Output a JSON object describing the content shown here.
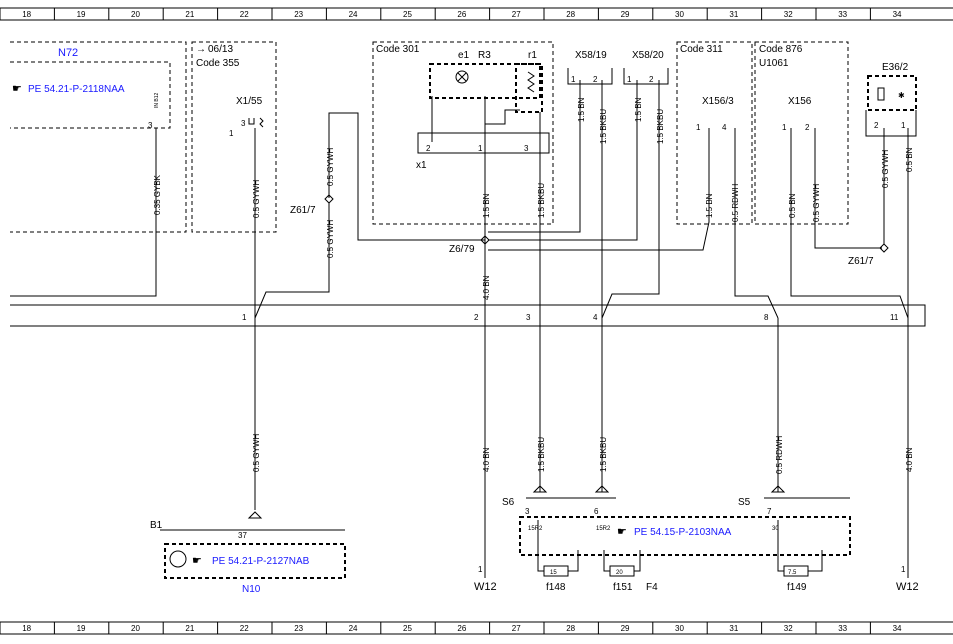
{
  "ruler": {
    "top": [
      "18",
      "19",
      "20",
      "21",
      "22",
      "23",
      "24",
      "25",
      "26",
      "27",
      "28",
      "29",
      "30",
      "31",
      "32",
      "33",
      "34"
    ],
    "bottom": [
      "18",
      "19",
      "20",
      "21",
      "22",
      "23",
      "24",
      "25",
      "26",
      "27",
      "28",
      "29",
      "30",
      "31",
      "32",
      "33",
      "34"
    ]
  },
  "components": {
    "n72": "N72",
    "n72_ref": "PE 54.21-P-2118NAA",
    "n72_pin": "3",
    "n72_pinlabel": "IN B12",
    "code355_date": "06/13",
    "code355": "Code 355",
    "x155": "X1/55",
    "x155_pin": "3",
    "x155_pin1": "1",
    "code301": "Code 301",
    "e1": "e1",
    "r3": "R3",
    "r1": "r1",
    "x1": "x1",
    "x1_p2": "2",
    "x1_p1": "1",
    "x1_p3": "3",
    "x5819": "X58/19",
    "x5820": "X58/20",
    "x58_p1": "1",
    "x58_p2": "2",
    "code311": "Code 311",
    "x1563": "X156/3",
    "x1563_p1": "1",
    "x1563_p4": "4",
    "code876": "Code 876",
    "u1061": "U1061",
    "x156": "X156",
    "x156_p1": "1",
    "x156_p2": "2",
    "e362": "E36/2",
    "e362_p2": "2",
    "e362_p1": "1",
    "z617_left": "Z61/7",
    "z679": "Z6/79",
    "z617_right": "Z61/7",
    "s6": "S6",
    "s5": "S5",
    "s6_p3": "3",
    "s6_p6": "6",
    "s5_p7": "7",
    "s6_l1": "15R2",
    "s6_l2": "15R2",
    "s5_l": "30",
    "fuse_ref": "PE 54.15-P-2103NAA",
    "f148": "f148",
    "f151": "f151",
    "f4": "F4",
    "f149": "f149",
    "f15": "15",
    "f20": "20",
    "f75": "7.5",
    "b1": "B1",
    "b1_pin": "37",
    "n10": "N10",
    "n10_ref": "PE 54.21-P-2127NAB",
    "w12_left": "W12",
    "w12_right": "W12",
    "w12_pin_left": "1",
    "w12_pin_right": "1"
  },
  "wires": {
    "w_035_gybk": "0.35 GYBK",
    "w_05_gywh_a": "0.5 GYWH",
    "w_05_gywh_b": "0.5 GYWH",
    "w_05_gywh_c": "0.5 GYWH",
    "w_15_bn_a": "1.5 BN",
    "w_15_bkbu_a": "1.5 BKBU",
    "w_40_bn_a": "4.0 BN",
    "w_15_bn_b": "1.5 BN",
    "w_15_bkbu_b": "1.5 BKBU",
    "w_15_bn_c": "1.5 BN",
    "w_15_bkbu_c": "1.5 BKBU",
    "w_15_bn_d": "1.5 BN",
    "w_05_rdwh": "0.5 RDWH",
    "w_05_bn_a": "0.5 BN",
    "w_05_gywh_d": "0.5 GYWH",
    "w_05_gywh_e": "0.5 GYWH",
    "w_05_bn_b": "0.5 BN",
    "w_05_gywh_f": "0.5 GYWH",
    "w_40_bn_b": "4.0 BN",
    "w_15_bkbu_d": "1.5 BKBU",
    "w_15_bkbu_e": "1.5 BKBU",
    "w_05_rdwh_b": "0.5 RDWH",
    "w_40_bn_c": "4.0 BN"
  },
  "splice_pins": {
    "p1": "1",
    "p2": "2",
    "p3": "3",
    "p4": "4",
    "p8": "8",
    "p11": "11"
  }
}
